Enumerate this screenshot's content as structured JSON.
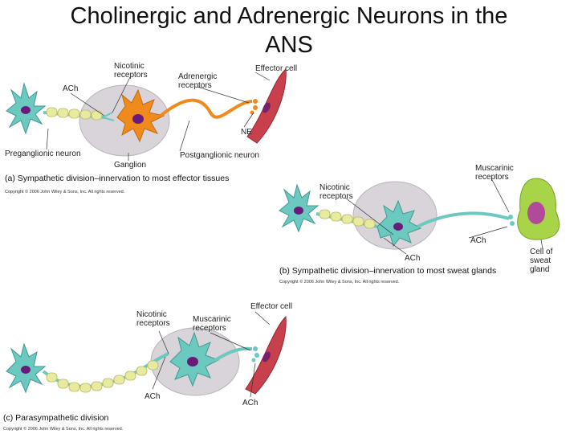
{
  "title": "Cholinergic and Adrenergic Neurons in the ANS",
  "panel_a": {
    "ach": "ACh",
    "nicotinic_line1": "Nicotinic",
    "nicotinic_line2": "receptors",
    "adrenergic_line1": "Adrenergic",
    "adrenergic_line2": "receptors",
    "effector": "Effector cell",
    "ne": "NE",
    "preganglionic": "Preganglionic neuron",
    "postganglionic": "Postganglionic neuron",
    "ganglion": "Ganglion",
    "caption": "(a) Sympathetic division–innervation to most effector tissues",
    "copyright": "Copyright © 2006 John Wiley & Sons, Inc.  All rights reserved."
  },
  "panel_b": {
    "nicotinic_line1": "Nicotinic",
    "nicotinic_line2": "receptors",
    "muscarinic_line1": "Muscarinic",
    "muscarinic_line2": "receptors",
    "ach_1": "ACh",
    "ach_2": "ACh",
    "gland_line1": "Cell of",
    "gland_line2": "sweat",
    "gland_line3": "gland",
    "caption": "(b) Sympathetic division–innervation to most sweat glands",
    "copyright": "Copyright © 2006 John Wiley & Sons, Inc.  All rights reserved."
  },
  "panel_c": {
    "nicotinic_line1": "Nicotinic",
    "nicotinic_line2": "receptors",
    "muscarinic_line1": "Muscarinic",
    "muscarinic_line2": "receptors",
    "effector": "Effector cell",
    "ach_1": "ACh",
    "ach_2": "ACh",
    "caption": "(c) Parasympathetic division",
    "copyright": "Copyright © 2006 John Wiley & Sons, Inc.  All rights reserved."
  },
  "colors": {
    "cholinergic_neuron": "#6cc9c0",
    "adrenergic_neuron": "#f08a1c",
    "nucleus": "#6a1a7a",
    "myelin": "#e8eaa0",
    "ganglion": "#d8d4d9",
    "effector_muscle": "#c8404c",
    "gland": "#a8d44a"
  }
}
